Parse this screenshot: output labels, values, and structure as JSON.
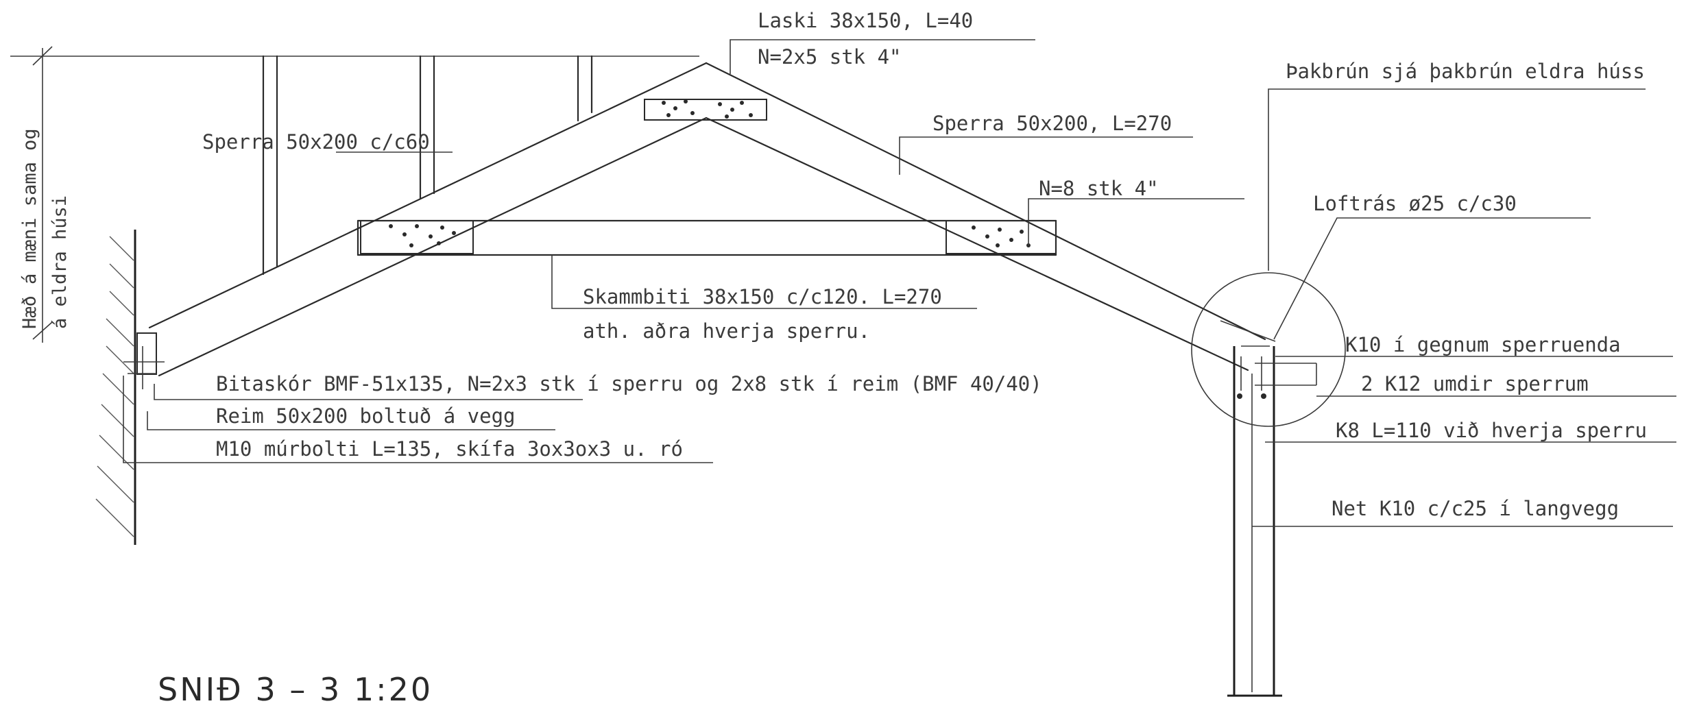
{
  "labels": {
    "laski": "Laski 38x150, L=40",
    "laski_n": "N=2x5 stk 4\"",
    "thakbrun": "Þakbrún sjá þakbrún eldra húss",
    "sperra_cc": "Sperra 50x200 c/c60",
    "sperra_l": "Sperra 50x200, L=270",
    "n8": "N=8 stk 4\"",
    "loftras": "Loftrás ø25 c/c30",
    "skammbiti": "Skammbiti 38x150 c/c120. L=270",
    "skammbiti_note": "ath. aðra hverja sperru.",
    "k10_gegnum": "K10 í gegnum sperruenda",
    "k12": "2 K12 umdir sperrum",
    "k8": "K8 L=110 við hverja sperru",
    "net": "Net K10 c/c25 í langvegg",
    "bitaskor": "Bitaskór BMF-51x135, N=2x3 stk í sperru og 2x8 stk í reim (BMF 40/40)",
    "reim": "Reim 50x200 boltuð á vegg",
    "murbolti": "M10 múrbolti L=135, skífa 3ox3ox3 u. ró",
    "haed_line1": "Hæð á mæni sama og",
    "haed_line2": "á eldra húsi"
  },
  "title": "SNIÐ 3 – 3   1:20",
  "colors": {
    "ink": "#2a2a2a",
    "paper": "#ffffff"
  }
}
